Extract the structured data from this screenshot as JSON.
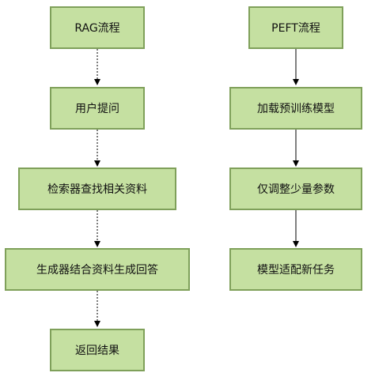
{
  "rag": {
    "title": "RAG流程",
    "steps": [
      "用户提问",
      "检索器查找相关资料",
      "生成器结合资料生成回答",
      "返回结果"
    ]
  },
  "peft": {
    "title": "PEFT流程",
    "steps": [
      "加载预训练模型",
      "仅调整少量参数",
      "模型适配新任务"
    ]
  },
  "colors": {
    "box_fill": "#c5e0a1",
    "box_border": "#7fa05a",
    "arrow": "#000000"
  }
}
